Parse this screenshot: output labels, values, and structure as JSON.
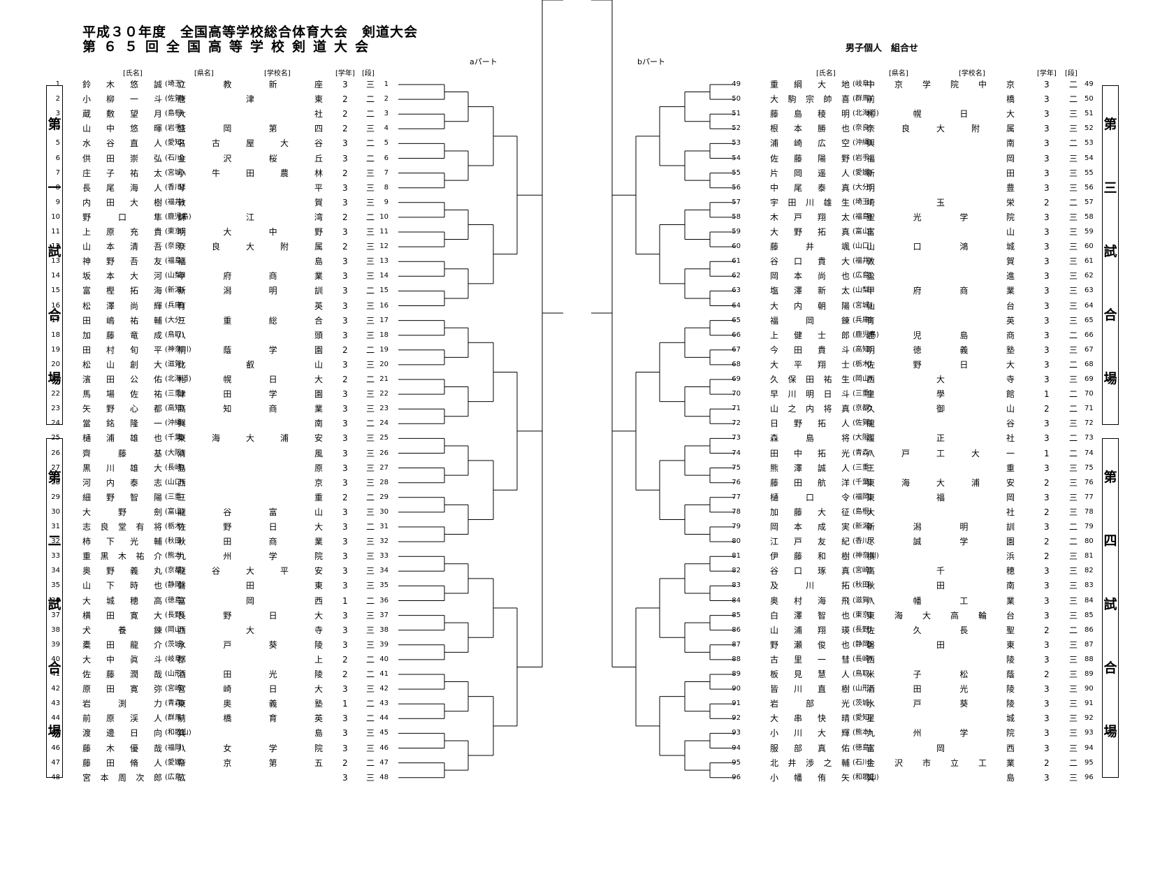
{
  "title": {
    "line1": "平成３０年度　全国高等学校総合体育大会　剣道大会",
    "line2": "第６５回全国高等学校剣道大会",
    "subtitle": "男子個人　組合せ",
    "part_a": "aパート",
    "part_b": "bパート"
  },
  "headers": {
    "name": "[氏名]",
    "pref": "[県名]",
    "school": "[学校名]",
    "grade": "[学年]",
    "dan": "[段]"
  },
  "courts": [
    {
      "label": "第一試合場"
    },
    {
      "label": "第二試合場"
    },
    {
      "label": "第三試合場"
    },
    {
      "label": "第四試合場"
    }
  ],
  "left": [
    {
      "n": "1",
      "name": "鈴木悠誠",
      "pref": "(埼玉)",
      "school": "立教新座",
      "grade": "3",
      "dan": "三"
    },
    {
      "n": "2",
      "name": "小柳一斗",
      "pref": "(佐賀)",
      "school": "唐津東",
      "grade": "2",
      "dan": "二"
    },
    {
      "n": "3",
      "name": "蔵敷望月",
      "pref": "(島根)",
      "school": "大社",
      "grade": "2",
      "dan": "二"
    },
    {
      "n": "4",
      "name": "山中悠暉",
      "pref": "(岩手)",
      "school": "盛岡第四",
      "grade": "2",
      "dan": "三"
    },
    {
      "n": "5",
      "name": "水谷直人",
      "pref": "(愛知)",
      "school": "名古屋大谷",
      "grade": "3",
      "dan": "二"
    },
    {
      "n": "6",
      "name": "供田崇弘",
      "pref": "(石川)",
      "school": "金沢桜丘",
      "grade": "3",
      "dan": "二"
    },
    {
      "n": "7",
      "name": "庄子祐太",
      "pref": "(宮城)",
      "school": "小牛田農林",
      "grade": "2",
      "dan": "三"
    },
    {
      "n": "8",
      "name": "長尾海人",
      "pref": "(香川)",
      "school": "琴平",
      "grade": "3",
      "dan": "三"
    },
    {
      "n": "9",
      "name": "内田大樹",
      "pref": "(福井)",
      "school": "敦賀",
      "grade": "3",
      "dan": "三"
    },
    {
      "n": "10",
      "name": "野口隼",
      "pref": "(鹿児島)",
      "school": "錦江湾",
      "grade": "2",
      "dan": "二"
    },
    {
      "n": "11",
      "name": "上原充貴",
      "pref": "(東京)",
      "school": "明大中野",
      "grade": "3",
      "dan": "三"
    },
    {
      "n": "12",
      "name": "山本清吾",
      "pref": "(奈良)",
      "school": "奈良大附属",
      "grade": "2",
      "dan": "三"
    },
    {
      "n": "13",
      "name": "神野吾友",
      "pref": "(福島)",
      "school": "福島",
      "grade": "3",
      "dan": "三"
    },
    {
      "n": "14",
      "name": "坂本大河",
      "pref": "(山梨)",
      "school": "甲府商業",
      "grade": "3",
      "dan": "三"
    },
    {
      "n": "15",
      "name": "富樫拓海",
      "pref": "(新潟)",
      "school": "新潟明訓",
      "grade": "3",
      "dan": "二"
    },
    {
      "n": "16",
      "name": "松澤尚輝",
      "pref": "(兵庫)",
      "school": "育英",
      "grade": "3",
      "dan": "三"
    },
    {
      "n": "17",
      "name": "田嶋祐輔",
      "pref": "(大分)",
      "school": "三重総合",
      "grade": "3",
      "dan": "三"
    },
    {
      "n": "18",
      "name": "加藤竜成",
      "pref": "(鳥取)",
      "school": "八頭",
      "grade": "3",
      "dan": "三"
    },
    {
      "n": "19",
      "name": "田村旬平",
      "pref": "(神奈川)",
      "school": "桐蔭学園",
      "grade": "2",
      "dan": "二"
    },
    {
      "n": "20",
      "name": "松山創大",
      "pref": "(滋賀)",
      "school": "比叡山",
      "grade": "3",
      "dan": "三"
    },
    {
      "n": "21",
      "name": "濱田公佑",
      "pref": "(北海道)",
      "school": "札幌日大",
      "grade": "2",
      "dan": "二"
    },
    {
      "n": "22",
      "name": "馬場佐祐",
      "pref": "(三重)",
      "school": "津田学園",
      "grade": "3",
      "dan": "三"
    },
    {
      "n": "23",
      "name": "矢野心都",
      "pref": "(高知)",
      "school": "高知商業",
      "grade": "3",
      "dan": "三"
    },
    {
      "n": "24",
      "name": "當銘隆一",
      "pref": "(沖縄)",
      "school": "興南",
      "grade": "3",
      "dan": "二"
    },
    {
      "n": "25",
      "name": "樋浦雄也",
      "pref": "(千葉)",
      "school": "東海大浦安",
      "grade": "3",
      "dan": "三"
    },
    {
      "n": "26",
      "name": "齊藤基",
      "pref": "(大阪)",
      "school": "清風",
      "grade": "3",
      "dan": "三"
    },
    {
      "n": "27",
      "name": "黒川雄大",
      "pref": "(長崎)",
      "school": "島原",
      "grade": "3",
      "dan": "三"
    },
    {
      "n": "28",
      "name": "河内泰志",
      "pref": "(山口)",
      "school": "西京",
      "grade": "3",
      "dan": "三"
    },
    {
      "n": "29",
      "name": "細野智陽",
      "pref": "(三重)",
      "school": "三重",
      "grade": "2",
      "dan": "二"
    },
    {
      "n": "30",
      "name": "大野劍",
      "pref": "(富山)",
      "school": "龍谷富山",
      "grade": "3",
      "dan": "三"
    },
    {
      "n": "31",
      "name": "志良堂有将",
      "pref": "(栃木)",
      "school": "佐野日大",
      "grade": "3",
      "dan": "二"
    },
    {
      "n": "32",
      "name": "柿下光輔",
      "pref": "(秋田)",
      "school": "秋田商業",
      "grade": "3",
      "dan": "三"
    },
    {
      "n": "33",
      "name": "重黒木祐介",
      "pref": "(熊本)",
      "school": "九州学院",
      "grade": "3",
      "dan": "三"
    },
    {
      "n": "34",
      "name": "奥野義丸",
      "pref": "(京都)",
      "school": "龍谷大平安",
      "grade": "3",
      "dan": "三"
    },
    {
      "n": "35",
      "name": "山下時也",
      "pref": "(静岡)",
      "school": "磐田東",
      "grade": "3",
      "dan": "三"
    },
    {
      "n": "36",
      "name": "大城穂高",
      "pref": "(徳島)",
      "school": "富岡西",
      "grade": "1",
      "dan": "二"
    },
    {
      "n": "37",
      "name": "横田寛大",
      "pref": "(長野)",
      "school": "長野日大",
      "grade": "3",
      "dan": "三"
    },
    {
      "n": "38",
      "name": "犬養錬",
      "pref": "(岡山)",
      "school": "西大寺",
      "grade": "3",
      "dan": "三"
    },
    {
      "n": "39",
      "name": "橐田龍介",
      "pref": "(茨城)",
      "school": "水戸葵陵",
      "grade": "3",
      "dan": "三"
    },
    {
      "n": "40",
      "name": "大中眞斗",
      "pref": "(岐阜)",
      "school": "郡上",
      "grade": "2",
      "dan": "二"
    },
    {
      "n": "41",
      "name": "佐藤潤哉",
      "pref": "(山形)",
      "school": "酒田光陵",
      "grade": "2",
      "dan": "二"
    },
    {
      "n": "42",
      "name": "原田寛弥",
      "pref": "(宮崎)",
      "school": "宮崎日大",
      "grade": "3",
      "dan": "三"
    },
    {
      "n": "43",
      "name": "岩渕力",
      "pref": "(青森)",
      "school": "東奥義塾",
      "grade": "1",
      "dan": "二"
    },
    {
      "n": "44",
      "name": "前原渓人",
      "pref": "(群馬)",
      "school": "前橋育英",
      "grade": "3",
      "dan": "二"
    },
    {
      "n": "45",
      "name": "渡邊日向",
      "pref": "(和歌山)",
      "school": "箕島",
      "grade": "3",
      "dan": "三"
    },
    {
      "n": "46",
      "name": "藤木優哉",
      "pref": "(福岡)",
      "school": "八女学院",
      "grade": "3",
      "dan": "三"
    },
    {
      "n": "47",
      "name": "藤田脩人",
      "pref": "(愛媛)",
      "school": "帝京第五",
      "grade": "2",
      "dan": "二"
    },
    {
      "n": "48",
      "name": "宮本周次郎",
      "pref": "(広島)",
      "school": "広",
      "grade": "3",
      "dan": "三"
    }
  ],
  "right": [
    {
      "n": "49",
      "name": "重綱大地",
      "pref": "(岐阜)",
      "school": "中京学院中京",
      "grade": "3",
      "dan": "二"
    },
    {
      "n": "50",
      "name": "大駒宗帥喜",
      "pref": "(群馬)",
      "school": "前橋",
      "grade": "3",
      "dan": "二"
    },
    {
      "n": "51",
      "name": "藤島稜明",
      "pref": "(北海道)",
      "school": "札幌日大",
      "grade": "3",
      "dan": "三"
    },
    {
      "n": "52",
      "name": "根本勝也",
      "pref": "(奈良)",
      "school": "奈良大附属",
      "grade": "3",
      "dan": "三"
    },
    {
      "n": "53",
      "name": "浦崎広空",
      "pref": "(沖縄)",
      "school": "興南",
      "grade": "3",
      "dan": "二"
    },
    {
      "n": "54",
      "name": "佐藤陽野",
      "pref": "(岩手)",
      "school": "福岡",
      "grade": "3",
      "dan": "三"
    },
    {
      "n": "55",
      "name": "片岡遥人",
      "pref": "(愛媛)",
      "school": "新田",
      "grade": "3",
      "dan": "三"
    },
    {
      "n": "56",
      "name": "中尾泰真",
      "pref": "(大分)",
      "school": "明豊",
      "grade": "3",
      "dan": "三"
    },
    {
      "n": "57",
      "name": "宇田川雄生",
      "pref": "(埼玉)",
      "school": "埼玉栄",
      "grade": "2",
      "dan": "二"
    },
    {
      "n": "58",
      "name": "木戸翔太",
      "pref": "(福島)",
      "school": "聖光学院",
      "grade": "3",
      "dan": "三"
    },
    {
      "n": "59",
      "name": "大野拓真",
      "pref": "(富山)",
      "school": "富山",
      "grade": "3",
      "dan": "三"
    },
    {
      "n": "60",
      "name": "藤井颯",
      "pref": "(山口)",
      "school": "山口鴻城",
      "grade": "3",
      "dan": "三"
    },
    {
      "n": "61",
      "name": "谷口貴大",
      "pref": "(福井)",
      "school": "敦賀",
      "grade": "3",
      "dan": "三"
    },
    {
      "n": "62",
      "name": "岡本尚也",
      "pref": "(広島)",
      "school": "盈進",
      "grade": "3",
      "dan": "三"
    },
    {
      "n": "63",
      "name": "塩澤新太",
      "pref": "(山梨)",
      "school": "甲府商業",
      "grade": "3",
      "dan": "三"
    },
    {
      "n": "64",
      "name": "大内朝陽",
      "pref": "(宮城)",
      "school": "仙台",
      "grade": "3",
      "dan": "三"
    },
    {
      "n": "65",
      "name": "福岡錬",
      "pref": "(兵庫)",
      "school": "育英",
      "grade": "3",
      "dan": "三"
    },
    {
      "n": "66",
      "name": "上健士郎",
      "pref": "(鹿児島)",
      "school": "鹿児島商",
      "grade": "3",
      "dan": "二"
    },
    {
      "n": "67",
      "name": "今田貴斗",
      "pref": "(高知)",
      "school": "明徳義塾",
      "grade": "3",
      "dan": "三"
    },
    {
      "n": "68",
      "name": "大平翔士",
      "pref": "(栃木)",
      "school": "佐野日大",
      "grade": "3",
      "dan": "二"
    },
    {
      "n": "69",
      "name": "久保田祐生",
      "pref": "(岡山)",
      "school": "西大寺",
      "grade": "3",
      "dan": "三"
    },
    {
      "n": "70",
      "name": "早川明日斗",
      "pref": "(三重)",
      "school": "皇學館",
      "grade": "1",
      "dan": "二"
    },
    {
      "n": "71",
      "name": "山之内将真",
      "pref": "(京都)",
      "school": "久御山",
      "grade": "2",
      "dan": "二"
    },
    {
      "n": "72",
      "name": "日野拓人",
      "pref": "(佐賀)",
      "school": "龍谷",
      "grade": "3",
      "dan": "三"
    },
    {
      "n": "73",
      "name": "森島将",
      "pref": "(大阪)",
      "school": "履正社",
      "grade": "3",
      "dan": "二"
    },
    {
      "n": "74",
      "name": "田中拓光",
      "pref": "(青森)",
      "school": "八戸工大一",
      "grade": "1",
      "dan": "二"
    },
    {
      "n": "75",
      "name": "熊澤誠人",
      "pref": "(三重)",
      "school": "三重",
      "grade": "3",
      "dan": "三"
    },
    {
      "n": "76",
      "name": "藤田航洋",
      "pref": "(千葉)",
      "school": "東海大浦安",
      "grade": "2",
      "dan": "三"
    },
    {
      "n": "77",
      "name": "樋口令",
      "pref": "(福岡)",
      "school": "東福岡",
      "grade": "3",
      "dan": "三"
    },
    {
      "n": "78",
      "name": "加藤大征",
      "pref": "(島根)",
      "school": "大社",
      "grade": "2",
      "dan": "三"
    },
    {
      "n": "79",
      "name": "岡本成実",
      "pref": "(新潟)",
      "school": "新潟明訓",
      "grade": "3",
      "dan": "二"
    },
    {
      "n": "80",
      "name": "江戸友紀",
      "pref": "(香川)",
      "school": "尽誠学園",
      "grade": "2",
      "dan": "二"
    },
    {
      "n": "81",
      "name": "伊藤和樹",
      "pref": "(神奈川)",
      "school": "横浜",
      "grade": "2",
      "dan": "三"
    },
    {
      "n": "82",
      "name": "谷口琢真",
      "pref": "(宮崎)",
      "school": "高千穂",
      "grade": "3",
      "dan": "三"
    },
    {
      "n": "83",
      "name": "及川拓",
      "pref": "(秋田)",
      "school": "秋田南",
      "grade": "3",
      "dan": "三"
    },
    {
      "n": "84",
      "name": "奥村海飛",
      "pref": "(滋賀)",
      "school": "八幡工業",
      "grade": "3",
      "dan": "三"
    },
    {
      "n": "85",
      "name": "白澤智也",
      "pref": "(東京)",
      "school": "東海大高輪台",
      "grade": "3",
      "dan": "三"
    },
    {
      "n": "86",
      "name": "山浦翔瑛",
      "pref": "(長野)",
      "school": "佐久長聖",
      "grade": "2",
      "dan": "二"
    },
    {
      "n": "87",
      "name": "野瀬俊也",
      "pref": "(静岡)",
      "school": "磐田東",
      "grade": "3",
      "dan": "三"
    },
    {
      "n": "88",
      "name": "古里一彗",
      "pref": "(長崎)",
      "school": "西陵",
      "grade": "3",
      "dan": "三"
    },
    {
      "n": "89",
      "name": "板見慧人",
      "pref": "(鳥取)",
      "school": "米子松蔭",
      "grade": "2",
      "dan": "三"
    },
    {
      "n": "90",
      "name": "皆川直樹",
      "pref": "(山形)",
      "school": "酒田光陵",
      "grade": "3",
      "dan": "三"
    },
    {
      "n": "91",
      "name": "岩部光",
      "pref": "(茨城)",
      "school": "水戸葵陵",
      "grade": "3",
      "dan": "三"
    },
    {
      "n": "92",
      "name": "大串快晴",
      "pref": "(愛知)",
      "school": "星城",
      "grade": "3",
      "dan": "三"
    },
    {
      "n": "93",
      "name": "小川大輝",
      "pref": "(熊本)",
      "school": "九州学院",
      "grade": "3",
      "dan": "三"
    },
    {
      "n": "94",
      "name": "服部真佑",
      "pref": "(徳島)",
      "school": "富岡西",
      "grade": "3",
      "dan": "三"
    },
    {
      "n": "95",
      "name": "北井渉之輔",
      "pref": "(石川)",
      "school": "金沢市立工業",
      "grade": "2",
      "dan": "二"
    },
    {
      "n": "96",
      "name": "小幡侑矢",
      "pref": "(和歌山)",
      "school": "箕島",
      "grade": "3",
      "dan": "三"
    }
  ]
}
